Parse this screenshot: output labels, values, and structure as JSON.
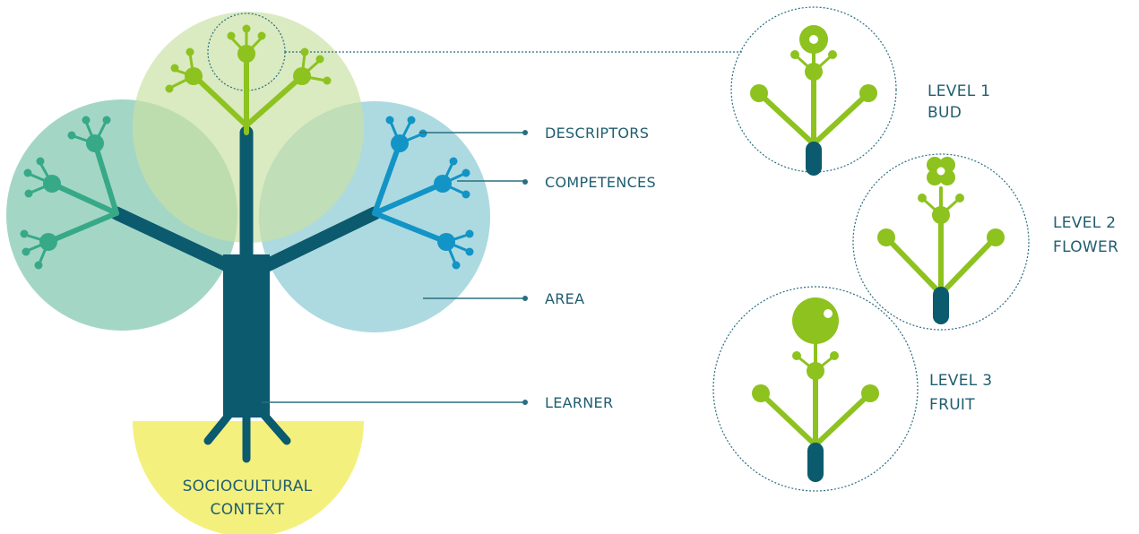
{
  "diagram": {
    "labels": {
      "descriptors": "DESCRIPTORS",
      "competences": "COMPETENCES",
      "area": "AREA",
      "learner": "LEARNER",
      "context_line1": "SOCIOCULTURAL",
      "context_line2": "CONTEXT"
    },
    "levels": [
      {
        "title": "LEVEL 1",
        "name": "BUD"
      },
      {
        "title": "LEVEL 2",
        "name": "FLOWER"
      },
      {
        "title": "LEVEL 3",
        "name": "FRUIT"
      }
    ],
    "colors": {
      "trunk": "#0b5a6e",
      "lime": "#8dc21f",
      "teal": "#37a987",
      "blue": "#1294c6",
      "area_left": "#a4d6c6",
      "area_top": "#d3e5b3",
      "area_right": "#a6d7dd",
      "context": "#f4f07e",
      "callout_line": "#2b6e80"
    }
  }
}
